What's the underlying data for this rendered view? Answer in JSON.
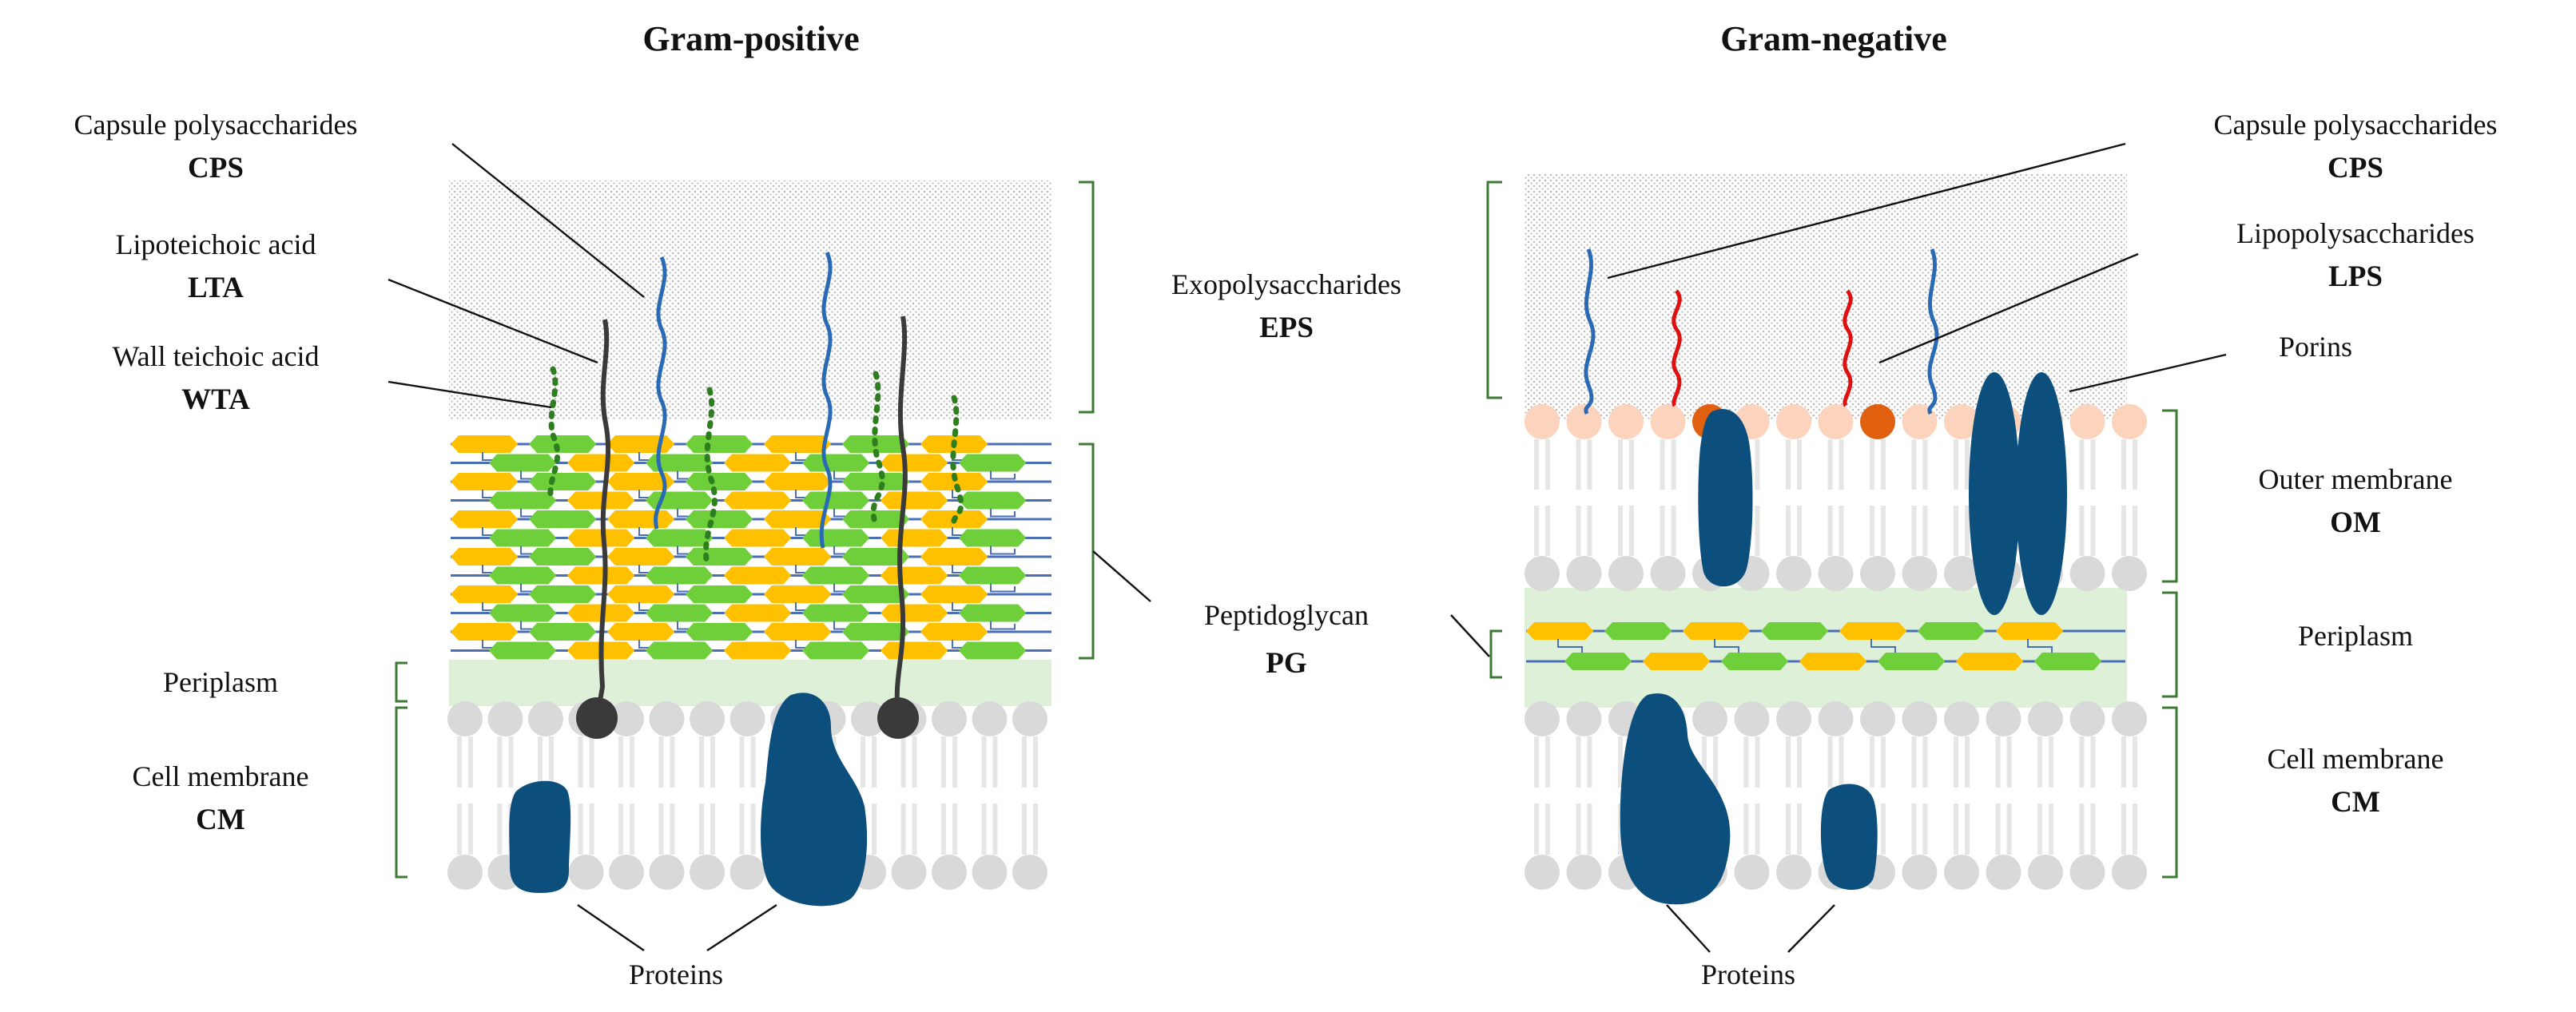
{
  "titles": {
    "gram_positive": "Gram-positive",
    "gram_negative": "Gram-negative"
  },
  "left_labels": {
    "cps_name": "Capsule  polysaccharides",
    "cps_abbr": "CPS",
    "lta_name": "Lipoteichoic  acid",
    "lta_abbr": "LTA",
    "wta_name": "Wall teichoic  acid",
    "wta_abbr": "WTA",
    "periplasm": "Periplasm",
    "cm_name": "Cell membrane",
    "cm_abbr": "CM",
    "proteins": "Proteins"
  },
  "center_labels": {
    "eps_name": "Exopolysaccharides",
    "eps_abbr": "EPS",
    "pg_name": "Peptidoglycan",
    "pg_abbr": "PG"
  },
  "right_labels": {
    "cps_name": "Capsule  polysaccharides",
    "cps_abbr": "CPS",
    "lps_name": "Lipopolysaccharides",
    "lps_abbr": "LPS",
    "porins": "Porins",
    "om_name": "Outer membrane",
    "om_abbr": "OM",
    "periplasm": "Periplasm",
    "cm_name": "Cell membrane",
    "cm_abbr": "CM",
    "proteins": "Proteins"
  },
  "colors": {
    "lipid_head": "#d9d9d9",
    "lipid_tail": "#e6e6e6",
    "om_head": "#fcd3bc",
    "lps_head": "#e06010",
    "periplasm": "#dff0d8",
    "eps_dots": "#b9b9b9",
    "protein": "#0d4f7c",
    "pg_yellow": "#ffc000",
    "pg_green": "#6ecf3a",
    "pg_link": "#4a6fb5",
    "capsule_chain": "#2a6ab5",
    "lps_chain": "#e01010",
    "lta_chain": "#3a3a3a",
    "wta_dots": "#2e7d1e",
    "bracket": "#3d7a35",
    "leader_line": "#111111"
  }
}
